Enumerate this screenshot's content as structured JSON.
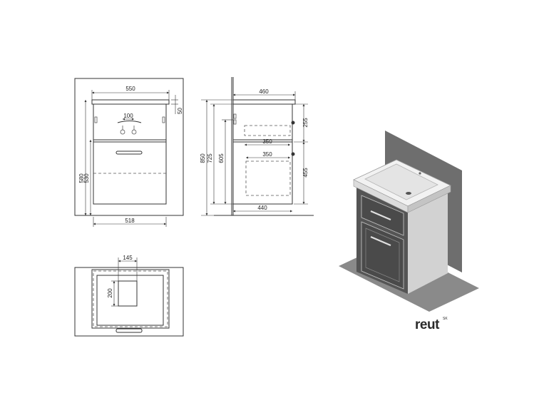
{
  "front_view": {
    "width_top": "550",
    "width_bottom": "518",
    "handle_spacing": "100",
    "top_thickness": "50",
    "height_total": "580",
    "height_body": "530"
  },
  "side_view": {
    "depth_top": "460",
    "depth_bottom": "440",
    "height_floor": "850",
    "height_mid": "725",
    "height_lower": "605",
    "drawer_upper_height": "255",
    "drawer_lower_height": "455",
    "drawer_upper_depth": "350",
    "drawer_lower_depth": "350"
  },
  "top_view": {
    "cutout_width": "145",
    "cutout_depth": "200"
  },
  "brand": {
    "name": "reut",
    "mark": "SK"
  },
  "colors": {
    "cabinet_body": "#d2d2d2",
    "cabinet_front": "#555555",
    "wall_panel": "#6e6e6e",
    "floor_panel": "#8a8a8a",
    "basin": "#f2f2f2"
  }
}
